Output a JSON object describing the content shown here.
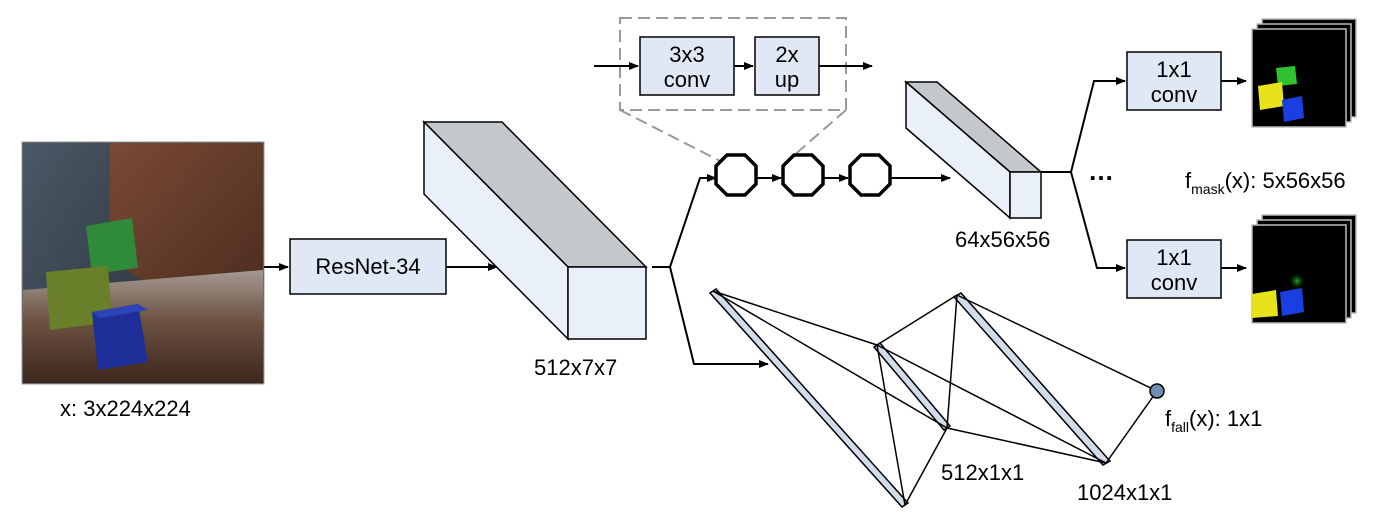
{
  "input": {
    "label": "x: 3x224x224"
  },
  "backbone": {
    "label": "ResNet-34",
    "output_shape": "512x7x7"
  },
  "decoder": {
    "inset_conv": [
      "3x3",
      "conv"
    ],
    "inset_up": [
      "2x",
      "up"
    ],
    "output_shape": "64x56x56",
    "ellipsis": "…",
    "head_top": [
      "1x1",
      "conv"
    ],
    "head_bottom": [
      "1x1",
      "conv"
    ],
    "output_main": "f",
    "output_sub": "mask",
    "output_rest": "(x): 5x56x56"
  },
  "fall_branch": {
    "layer1_shape": "512x1x1",
    "layer2_shape": "1024x1x1",
    "output_main": "f",
    "output_sub": "fall",
    "output_rest": "(x): 1x1"
  },
  "colors": {
    "box_fill": "#dfe8f4",
    "tensor_top": "#c4c8cc",
    "tensor_front": "#e9f0f9",
    "node_fill": "#6f8fb5"
  }
}
